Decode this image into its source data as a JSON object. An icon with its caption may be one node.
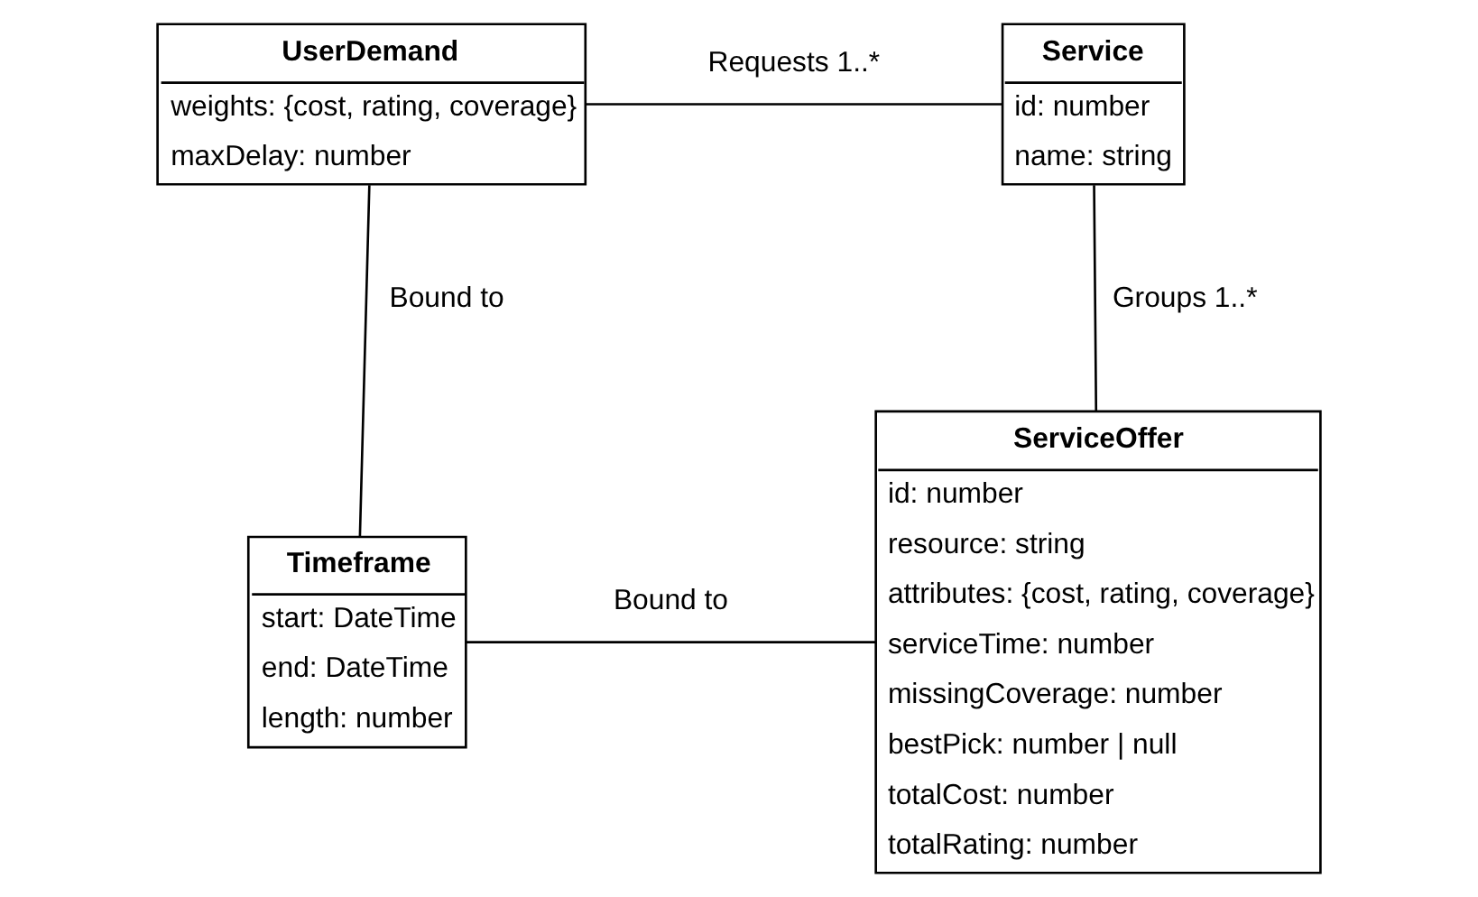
{
  "diagram": {
    "nodes": [
      {
        "text": [
          "UserDemand",
          "weights: {cost, rating, coverage}",
          "maxDelay: number"
        ]
      },
      {
        "text": [
          "Service",
          "id: number",
          "name: string"
        ]
      },
      {
        "text": [
          "ServiceOffer",
          "id: number",
          "resource: string",
          "attributes: {cost, rating, coverage}",
          "serviceTime: number",
          "missingCoverage: number",
          "bestPick: number | null",
          "totalCost: number",
          "totalRating: number"
        ]
      },
      {
        "text": [
          "Timeframe",
          "start: DateTime",
          "end: DateTime",
          "length: number"
        ]
      }
    ],
    "edges": [
      {
        "from": 0,
        "to": 1,
        "arrow": "none",
        "label": "Requests 1..*"
      },
      {
        "from": 1,
        "to": 2,
        "arrow": "none",
        "label": "Groups 1..*"
      },
      {
        "from": 0,
        "to": 3,
        "arrow": "none",
        "label": "Bound to"
      },
      {
        "from": 3,
        "to": 2,
        "arrow": "none",
        "label": "Bound to"
      }
    ]
  }
}
